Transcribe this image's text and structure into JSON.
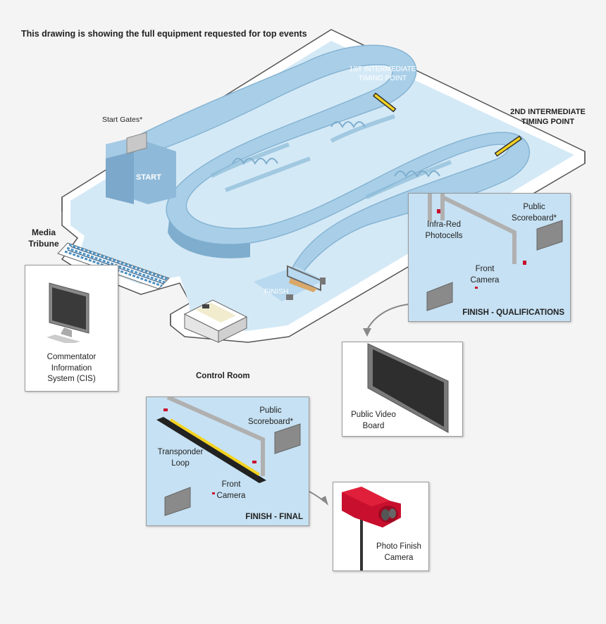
{
  "title": "This drawing is showing the full equipment requested for top events",
  "track_labels": {
    "start_gates": "Start Gates*",
    "start": "START",
    "finish": "FINISH",
    "first_intermediate_l1": "1ST INTERMEDIATE",
    "first_intermediate_l2": "TIMING POINT",
    "second_intermediate_l1": "2ND INTERMEDIATE",
    "second_intermediate_l2": "TIMING POINT",
    "media_l1": "Media",
    "media_l2": "Tribune",
    "control_room": "Control Room"
  },
  "cis_box": {
    "label_l1": "Commentator",
    "label_l2": "Information",
    "label_l3": "System (CIS)"
  },
  "qualifications_box": {
    "title": "FINISH - QUALIFICATIONS",
    "infrared_l1": "Infra-Red",
    "infrared_l2": "Photocells",
    "scoreboard_l1": "Public",
    "scoreboard_l2": "Scoreboard*",
    "camera_l1": "Front",
    "camera_l2": "Camera"
  },
  "video_box": {
    "label_l1": "Public Video",
    "label_l2": "Board"
  },
  "final_box": {
    "title": "FINISH - FINAL",
    "scoreboard_l1": "Public",
    "scoreboard_l2": "Scoreboard*",
    "loop_l1": "Transponder",
    "loop_l2": "Loop",
    "camera_l1": "Front",
    "camera_l2": "Camera"
  },
  "photo_box": {
    "label_l1": "Photo Finish",
    "label_l2": "Camera"
  },
  "colors": {
    "track": "#a9cfe8",
    "track_dark": "#86b4d3",
    "ground": "#d4e9f6",
    "panel": "#c6e1f3",
    "accent_red": "#c8102e",
    "timing_yellow": "#f4d21f"
  }
}
